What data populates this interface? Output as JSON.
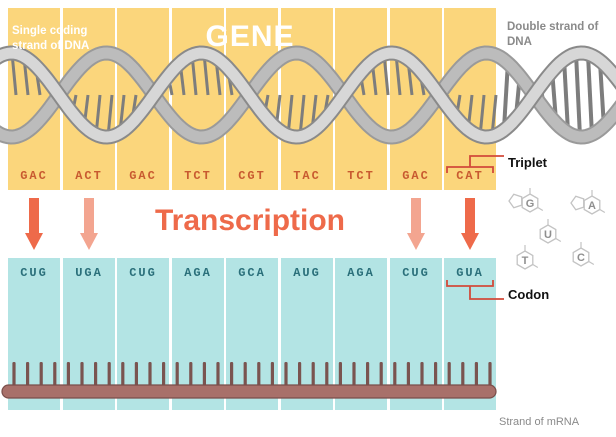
{
  "labels": {
    "gene": "GENE",
    "single_strand": "Single coding strand of DNA",
    "double_strand": "Double strand of DNA",
    "triplet": "Triplet",
    "codon": "Codon",
    "transcription": "Transcription",
    "mrna_strand": "Strand of mRNA"
  },
  "dna_triplets": [
    "GAC",
    "ACT",
    "GAC",
    "TCT",
    "CGT",
    "TAC",
    "TCT",
    "GAC",
    "CAT"
  ],
  "rna_codons": [
    "CUG",
    "UGA",
    "CUG",
    "AGA",
    "GCA",
    "AUG",
    "AGA",
    "CUG",
    "GUA"
  ],
  "nucleotide_icons": [
    "G",
    "A",
    "U",
    "T",
    "C"
  ],
  "colors": {
    "dna_band": "#fbd67c",
    "mrna_band": "#b3e4e4",
    "arrow_strong": "#ee6a4a",
    "arrow_light": "#f3a590",
    "bracket": "#d24a3a",
    "helix_light": "#d7d7d7",
    "helix_dark": "#9a9a9a",
    "backbone": "#a8706a"
  }
}
